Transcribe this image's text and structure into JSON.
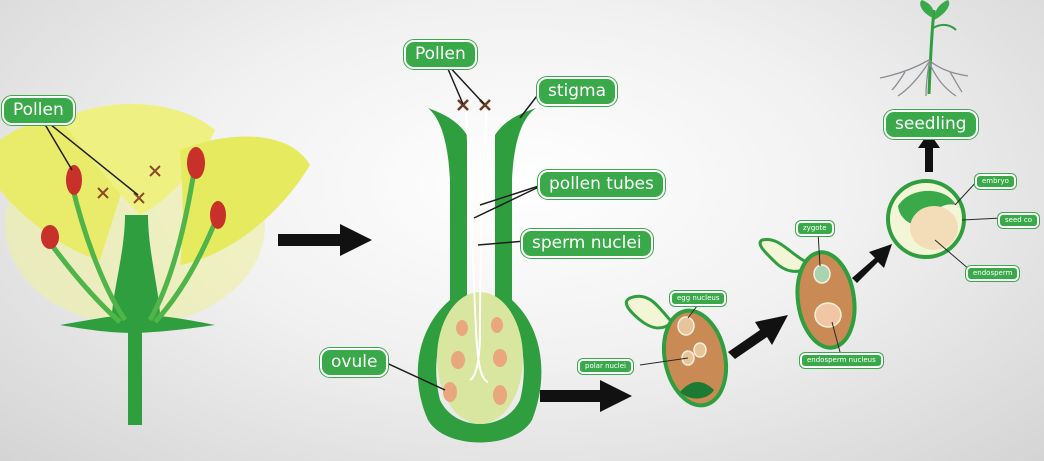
{
  "labels": {
    "pollen_flower": "Pollen",
    "pollen_pistil": "Pollen",
    "stigma": "stigma",
    "pollen_tubes": "pollen tubes",
    "sperm_nuclei": "sperm nuclei",
    "ovule": "ovule",
    "egg_nucleus": "egg nucleus",
    "polar_nuclei": "polar nuclei",
    "zygote": "zygote",
    "endosperm_nucleus": "endosperm nucleus",
    "seedling": "seedling",
    "embryo": "embryo",
    "seed_coat": "seed co",
    "endosperm": "endosperm"
  },
  "colors": {
    "label_green": "#3aa94a",
    "plant_green": "#2f9e3f",
    "petal_yellow": "#e9ec6a",
    "pollen_red": "#c8302a",
    "ovule_fill": "#d9e6a0",
    "seed_brown": "#c98a55",
    "arrow": "#111111"
  }
}
